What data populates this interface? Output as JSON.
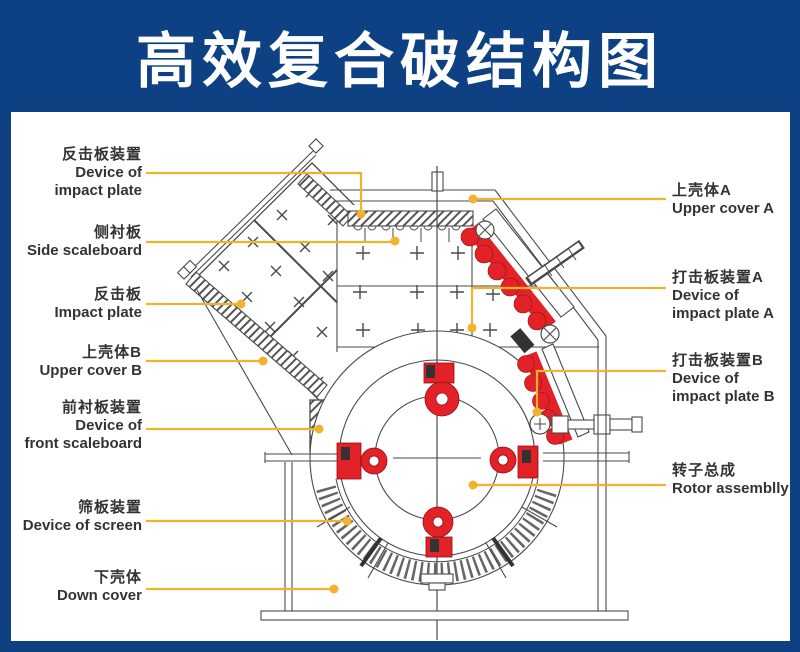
{
  "header": {
    "title": "高效复合破结构图"
  },
  "colors": {
    "banner_blue": "#0e4183",
    "leader_yellow": "#f2b32c",
    "part_red": "#e32228",
    "drawing_line": "#4a4a4a",
    "label_text": "#333333",
    "background": "#ffffff"
  },
  "labels": {
    "left": [
      {
        "cn": "反击板装置",
        "en": [
          "Device of",
          "impact plate"
        ]
      },
      {
        "cn": "侧衬板",
        "en": [
          "Side scaleboard"
        ]
      },
      {
        "cn": "反击板",
        "en": [
          "Impact plate"
        ]
      },
      {
        "cn": "上壳体B",
        "en": [
          "Upper cover B"
        ]
      },
      {
        "cn": "前衬板装置",
        "en": [
          "Device of",
          "front scaleboard"
        ]
      },
      {
        "cn": "筛板装置",
        "en": [
          "Device of screen"
        ]
      },
      {
        "cn": "下壳体",
        "en": [
          "Down cover"
        ]
      }
    ],
    "right": [
      {
        "cn": "上壳体A",
        "en": [
          "Upper cover A"
        ]
      },
      {
        "cn": "打击板装置A",
        "en": [
          "Device of",
          "impact plate A"
        ]
      },
      {
        "cn": "打击板装置B",
        "en": [
          "Device of",
          "impact plate B"
        ]
      },
      {
        "cn": "转子总成",
        "en": [
          "Rotor assemblly"
        ]
      }
    ]
  }
}
